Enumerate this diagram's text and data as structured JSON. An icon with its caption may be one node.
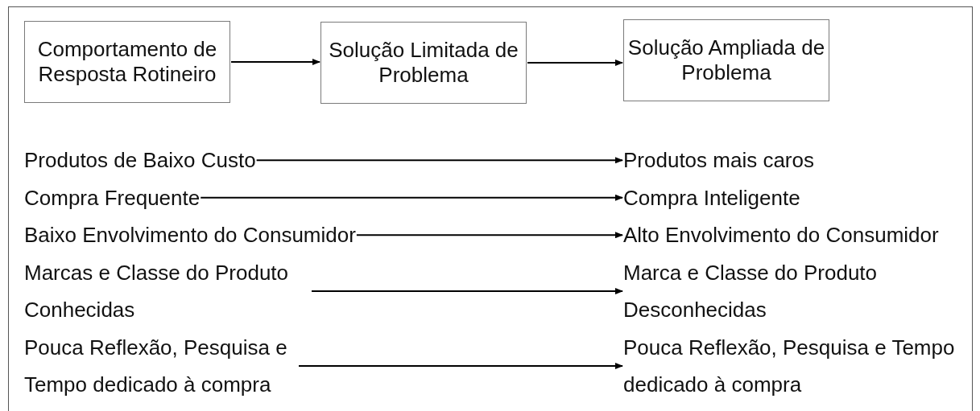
{
  "diagram": {
    "nodes": [
      {
        "text": [
          "Comportamento de Resposta Rotineiro"
        ]
      },
      {
        "text": [
          "Solução Limitada de Problema"
        ]
      },
      {
        "text": [
          "Solução Ampliada de Problema"
        ]
      },
      {
        "text": [
          "Produtos de Baixo Custo"
        ]
      },
      {
        "text": [
          "Produtos mais caros"
        ]
      },
      {
        "text": [
          "Compra Frequente"
        ]
      },
      {
        "text": [
          "Compra Inteligente"
        ]
      },
      {
        "text": [
          "Baixo Envolvimento do Consumidor"
        ]
      },
      {
        "text": [
          "Alto Envolvimento do Consumidor"
        ]
      },
      {
        "text": [
          "Marcas e Classe do Produto Conhecidas"
        ]
      },
      {
        "text": [
          "Marca e Classe do Produto Desconhecidas"
        ]
      },
      {
        "text": [
          "Pouca Reflexão, Pesquisa e Tempo dedicado à compra"
        ]
      },
      {
        "text": [
          "Pouca Reflexão, Pesquisa e Tempo dedicado à compra"
        ]
      }
    ],
    "edges": [
      {
        "from": 0,
        "to": 1,
        "arrow": "to"
      },
      {
        "from": 1,
        "to": 2,
        "arrow": "to"
      },
      {
        "from": 3,
        "to": 4,
        "arrow": "to"
      },
      {
        "from": 5,
        "to": 6,
        "arrow": "to"
      },
      {
        "from": 7,
        "to": 8,
        "arrow": "to"
      },
      {
        "from": 9,
        "to": 10,
        "arrow": "to"
      },
      {
        "from": 11,
        "to": 12,
        "arrow": "to"
      }
    ]
  }
}
